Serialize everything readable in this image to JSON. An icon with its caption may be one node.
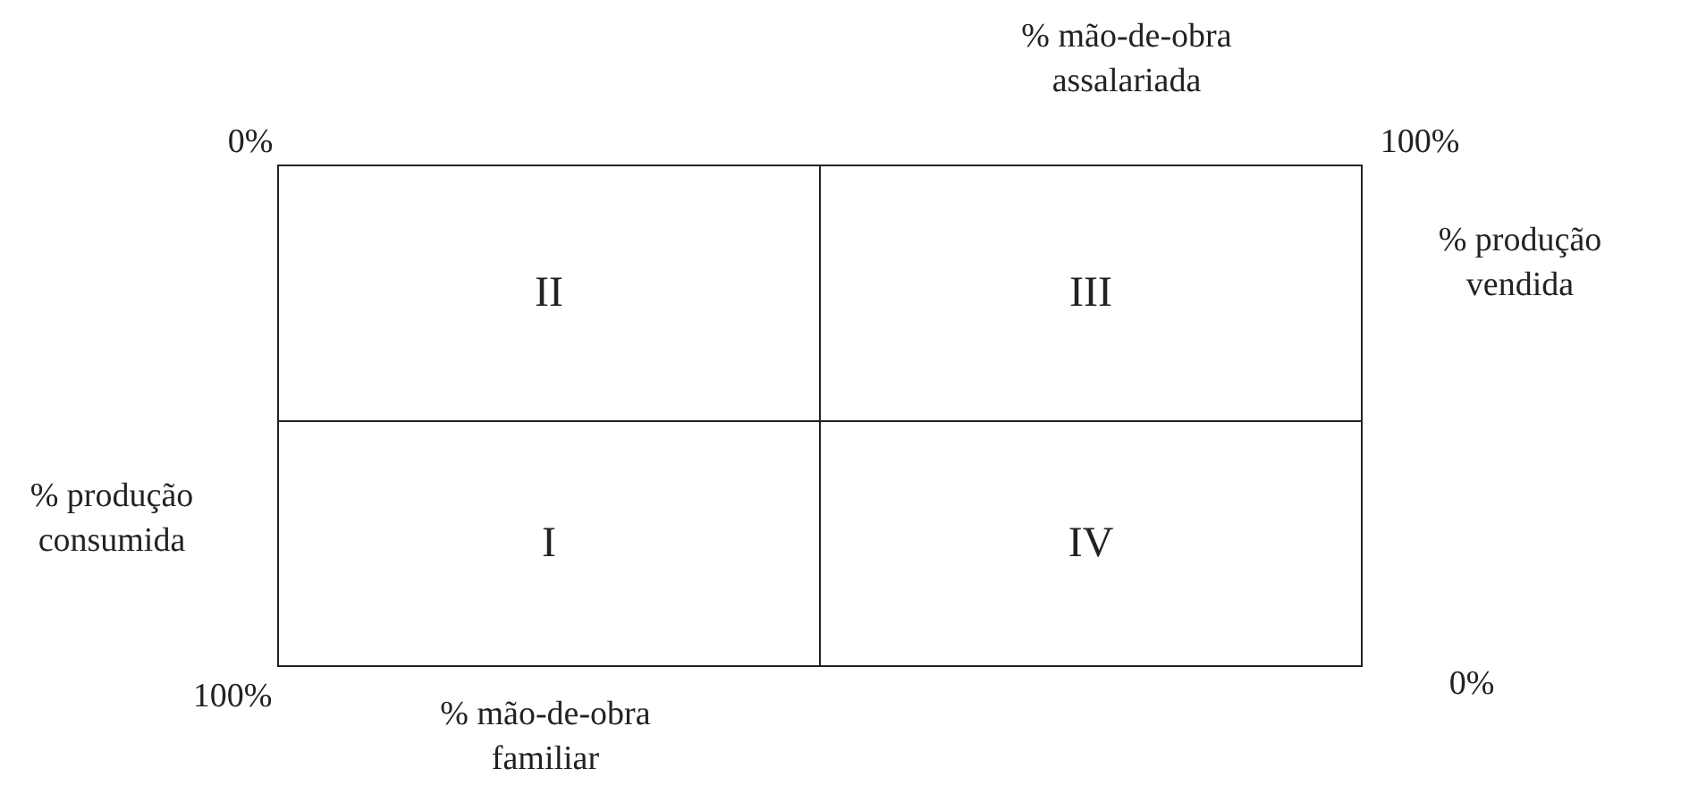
{
  "diagram": {
    "nodes": [
      {
        "text": [
          "II"
        ]
      },
      {
        "text": [
          "III"
        ]
      },
      {
        "text": [
          "I"
        ]
      },
      {
        "text": [
          "IV"
        ]
      }
    ],
    "labels": [
      "% mão-de-obra assalariada",
      "0%",
      "100%",
      "% produção vendida",
      "% produção consumida",
      "100%",
      "% mão-de-obra familiar",
      "0%"
    ]
  }
}
